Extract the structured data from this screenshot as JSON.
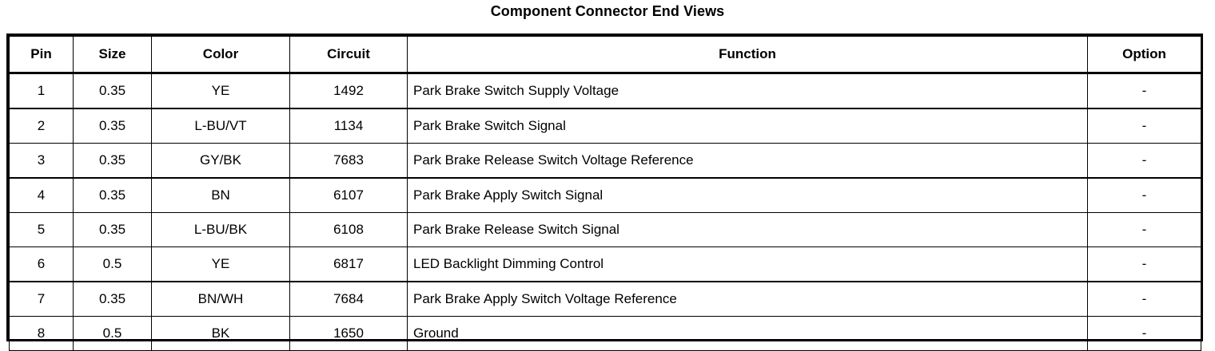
{
  "title": "Component Connector End Views",
  "table": {
    "headers": {
      "pin": "Pin",
      "size": "Size",
      "color": "Color",
      "circuit": "Circuit",
      "function": "Function",
      "option": "Option"
    },
    "rows": [
      {
        "pin": "1",
        "size": "0.35",
        "color": "YE",
        "circuit": "1492",
        "function": "Park Brake Switch Supply Voltage",
        "option": "-"
      },
      {
        "pin": "2",
        "size": "0.35",
        "color": "L-BU/VT",
        "circuit": "1134",
        "function": "Park Brake Switch Signal",
        "option": "-"
      },
      {
        "pin": "3",
        "size": "0.35",
        "color": "GY/BK",
        "circuit": "7683",
        "function": "Park Brake Release Switch Voltage Reference",
        "option": "-"
      },
      {
        "pin": "4",
        "size": "0.35",
        "color": "BN",
        "circuit": "6107",
        "function": "Park Brake Apply Switch Signal",
        "option": "-"
      },
      {
        "pin": "5",
        "size": "0.35",
        "color": "L-BU/BK",
        "circuit": "6108",
        "function": "Park Brake Release Switch Signal",
        "option": "-"
      },
      {
        "pin": "6",
        "size": "0.5",
        "color": "YE",
        "circuit": "6817",
        "function": "LED Backlight Dimming Control",
        "option": "-"
      },
      {
        "pin": "7",
        "size": "0.35",
        "color": "BN/WH",
        "circuit": "7684",
        "function": "Park Brake Apply Switch Voltage Reference",
        "option": "-"
      },
      {
        "pin": "8",
        "size": "0.5",
        "color": "BK",
        "circuit": "1650",
        "function": "Ground",
        "option": "-"
      }
    ]
  },
  "colors": {
    "ink": "#000000",
    "background": "#ffffff"
  }
}
